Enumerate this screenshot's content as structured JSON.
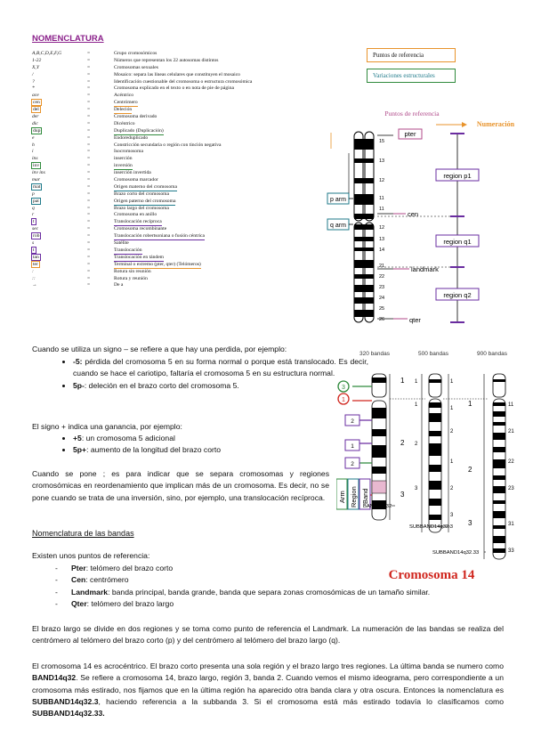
{
  "title": "NOMENCLATURA",
  "symbols": [
    {
      "sym": "A,B,C,D,E,F,G",
      "eq": "=",
      "desc": "Grupo cromosómicos",
      "mark": ""
    },
    {
      "sym": "1-22",
      "eq": "=",
      "desc": "Números que representan los 22 autosomas distintos",
      "mark": ""
    },
    {
      "sym": "X,Y",
      "eq": "=",
      "desc": "Cromosomas sexuales",
      "mark": ""
    },
    {
      "sym": "/",
      "eq": "=",
      "desc": "Mosaico: separa las líneas celulares que constituyen el mosaico",
      "mark": ""
    },
    {
      "sym": "?",
      "eq": "=",
      "desc": "Identificación cuestionable del cromosoma o estructura cromosómica",
      "mark": ""
    },
    {
      "sym": "*",
      "eq": "=",
      "desc": "Cromosoma explicado en el texto o en nota de pie de página",
      "mark": ""
    },
    {
      "sym": "ace",
      "eq": "=",
      "desc": "Acéntrico",
      "mark": ""
    },
    {
      "sym": "cen",
      "eq": "=",
      "desc": "Centrómero",
      "mark": "orange"
    },
    {
      "sym": "del",
      "eq": "=",
      "desc": "Deleción",
      "mark": "orange"
    },
    {
      "sym": "der",
      "eq": "=",
      "desc": "Cromosoma derivado",
      "mark": ""
    },
    {
      "sym": "dic",
      "eq": "=",
      "desc": "Dicéntrico",
      "mark": ""
    },
    {
      "sym": "dup",
      "eq": "=",
      "desc": "Duplicado (Duplicación)",
      "mark": "green"
    },
    {
      "sym": "e",
      "eq": "=",
      "desc": "Endoreduplicado",
      "mark": ""
    },
    {
      "sym": "h",
      "eq": "=",
      "desc": "Constricción secundaria o región con tinción negativa",
      "mark": ""
    },
    {
      "sym": "i",
      "eq": "=",
      "desc": "Isocromosoma",
      "mark": ""
    },
    {
      "sym": "ins",
      "eq": "=",
      "desc": "inserción",
      "mark": ""
    },
    {
      "sym": "inv",
      "eq": "=",
      "desc": "inversión",
      "mark": "green"
    },
    {
      "sym": "inv ins",
      "eq": "=",
      "desc": "inserción invertida",
      "mark": ""
    },
    {
      "sym": "mar",
      "eq": "=",
      "desc": "Cromosoma marcador",
      "mark": ""
    },
    {
      "sym": "mat",
      "eq": "=",
      "desc": "Origen materno del cromosoma",
      "mark": "teal"
    },
    {
      "sym": "p",
      "eq": "=",
      "desc": "Brazo corto del cromosoma",
      "mark": ""
    },
    {
      "sym": "pat",
      "eq": "=",
      "desc": "Origen paterno del cromosoma",
      "mark": "teal"
    },
    {
      "sym": "q",
      "eq": "=",
      "desc": "Brazo largo del cromosoma",
      "mark": ""
    },
    {
      "sym": "r",
      "eq": "=",
      "desc": "Cromosoma en anillo",
      "mark": ""
    },
    {
      "sym": "t",
      "eq": "=",
      "desc": "Translocación recíproca",
      "mark": "purple"
    },
    {
      "sym": "sec",
      "eq": "=",
      "desc": "Cromosoma recombinante",
      "mark": ""
    },
    {
      "sym": "rob",
      "eq": "=",
      "desc": "Translocación robertsoniana o fusión céntrica",
      "mark": "purple"
    },
    {
      "sym": "s",
      "eq": "=",
      "desc": "Satélite",
      "mark": ""
    },
    {
      "sym": "t",
      "eq": "=",
      "desc": "Translocación",
      "mark": "purple"
    },
    {
      "sym": "tan",
      "eq": "=",
      "desc": "Translocación en tándem",
      "mark": "purple"
    },
    {
      "sym": "ter",
      "eq": "=",
      "desc": "Terminal o extremo (pter, qter) (Telómeros)",
      "mark": "orange"
    },
    {
      "sym": ":",
      "eq": "=",
      "desc": "Rotura sin reunión",
      "mark": ""
    },
    {
      "sym": "::",
      "eq": "=",
      "desc": "Rotura y reunión",
      "mark": ""
    },
    {
      "sym": "→",
      "eq": "=",
      "desc": "De a",
      "mark": ""
    }
  ],
  "legend": {
    "ref": "Puntos de referencia",
    "var": "Variaciones estructurales"
  },
  "fig1": {
    "ref_points": "Puntos de referencia",
    "numeration": "Numeración",
    "pter": "pter",
    "cen": "cen",
    "landmark": "landmark",
    "qter": "qter",
    "p_arm": "p arm",
    "q_arm": "q arm",
    "region_p1": "region p1",
    "region_q1": "region q1",
    "region_q2": "region q2",
    "bands": [
      "15",
      "13",
      "12",
      "11",
      "11",
      "12",
      "13",
      "14",
      "21",
      "22",
      "23",
      "24",
      "25",
      "26"
    ]
  },
  "fig2": {
    "res": [
      "320 bandas",
      "500 bandas",
      "900 bandas"
    ],
    "arm": "Arm",
    "region": "Region",
    "band": "Band",
    "band_label": "BAND14q32",
    "sub_label": "SUBBAND14q32.3",
    "subsub_label": "SUBBAND14q32.33",
    "caption": "Cromosoma 14"
  },
  "para1_intro": "Cuando se utiliza un signo – se refiere a que hay una perdida, por ejemplo:",
  "para1_items": [
    {
      "bold": "-5:",
      "text": " pérdida del cromosoma 5 en su forma normal o porque está translocado. Es decir, cuando se hace el cariotipo, faltaría el cromosoma 5 en su estructura normal."
    },
    {
      "bold": "5p-",
      "text": ": deleción en el brazo corto del cromosoma 5."
    }
  ],
  "para2_intro": "El signo + indica una ganancia, por ejemplo:",
  "para2_items": [
    {
      "bold": "+5",
      "text": ": un cromosoma 5 adicional"
    },
    {
      "bold": "5p+",
      "text": ": aumento de la longitud del brazo corto"
    }
  ],
  "para3": "Cuando se pone ; es para indicar que se separa cromosomas y regiones cromosómicas en reordenamiento que implican más de un cromosoma. Es decir, no se pone cuando se trata de una inversión, sino, por ejemplo, una translocación recíproca.",
  "section2_title": "Nomenclatura de las bandas",
  "ref_intro": "Existen unos puntos de referencia:",
  "ref_items": [
    {
      "bold": "Pter",
      "text": ": telómero del brazo corto"
    },
    {
      "bold": "Cen",
      "text": ": centrómero"
    },
    {
      "bold": "Landmark",
      "text": ": banda principal, banda grande, banda que separa zonas cromosómicas de un tamaño similar."
    },
    {
      "bold": "Qter",
      "text": ": telómero del brazo largo"
    }
  ],
  "para4": "El brazo largo se divide en dos regiones y se toma como punto de referencia el Landmark. La numeración de las bandas se realiza del centrómero al telómero del brazo corto (p) y del centrómero al telómero del brazo largo (q).",
  "para5_parts": [
    {
      "t": "El cromosoma 14 es acrocéntrico. El brazo corto presenta una sola región y el brazo largo tres regiones. La última banda se numero como ",
      "b": false
    },
    {
      "t": "BAND14q32",
      "b": true
    },
    {
      "t": ". Se refiere a cromosoma 14, brazo largo, región 3, banda 2. Cuando vemos el mismo ideograma, pero correspondiente a un cromosoma más estirado, nos fijamos que en la última región ha aparecido otra banda clara y otra oscura. Entonces la nomenclatura es ",
      "b": false
    },
    {
      "t": "SUBBAND14q32.3",
      "b": true
    },
    {
      "t": ", haciendo referencia a la subbanda 3. Si el cromosoma está más estirado todavía lo clasificamos como ",
      "b": false
    },
    {
      "t": "SUBBAND14q32.33.",
      "b": true
    }
  ],
  "colors": {
    "title": "#8a1f8a",
    "orange": "#e8932b",
    "green": "#2f8a3c",
    "teal": "#1f7a8a",
    "purple": "#6a2ca0",
    "caption": "#d0261e"
  }
}
